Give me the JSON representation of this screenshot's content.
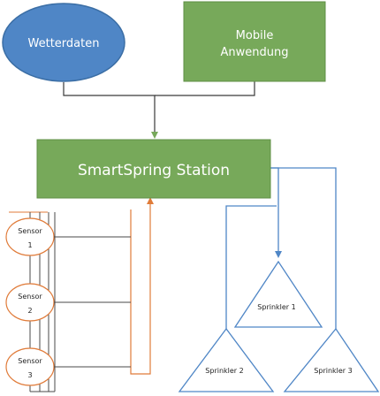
{
  "nodes": {
    "wetterdaten": {
      "label": "Wetterdaten"
    },
    "mobile": {
      "line1": "Mobile",
      "line2": "Anwendung"
    },
    "station": {
      "label": "SmartSpring Station"
    },
    "sensors": [
      {
        "name": "Sensor",
        "number": "1"
      },
      {
        "name": "Sensor",
        "number": "2"
      },
      {
        "name": "Sensor",
        "number": "3"
      }
    ],
    "sprinklers": [
      {
        "label": "Sprinkler 1"
      },
      {
        "label": "Sprinkler 2"
      },
      {
        "label": "Sprinkler 3"
      }
    ]
  },
  "colors": {
    "ellipse_fill": "#4f86c6",
    "ellipse_stroke": "#3b6ea5",
    "box_fill": "#77a95a",
    "box_stroke": "#5f8f45",
    "connector_blue": "#4f86c6",
    "connector_orange": "#e07b39",
    "connector_dark": "#4a4a4a"
  }
}
